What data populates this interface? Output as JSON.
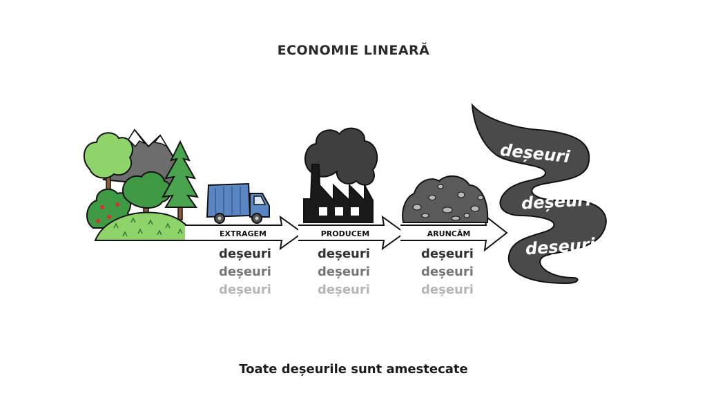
{
  "title": "ECONOMIE LINEARĂ",
  "caption": "Toate deșeurile sunt amestecate",
  "stages": [
    {
      "label": "EXTRAGEM",
      "waste": [
        "deșeuri",
        "deșeuri",
        "deșeuri"
      ]
    },
    {
      "label": "PRODUCEM",
      "waste": [
        "deșeuri",
        "deșeuri",
        "deșeuri"
      ]
    },
    {
      "label": "ARUNCĂM",
      "waste": [
        "deșeuri",
        "deșeuri",
        "deșeuri"
      ]
    }
  ],
  "blob": {
    "words": [
      "deșeuri",
      "deșeuri",
      "deșeuri"
    ]
  },
  "colors": {
    "blob": "#4a4a4a",
    "smoke": "#3f3f3f",
    "truck": "#5b86c4",
    "hill": "#8fd46a",
    "waste_dark": "#333333",
    "waste_mid": "#777777",
    "waste_light": "#b5b5b5"
  },
  "icons": [
    "forest-icon",
    "mountains-icon",
    "truck-icon",
    "factory-icon",
    "smoke-icon",
    "garbage-pile-icon",
    "waste-blob-icon"
  ]
}
